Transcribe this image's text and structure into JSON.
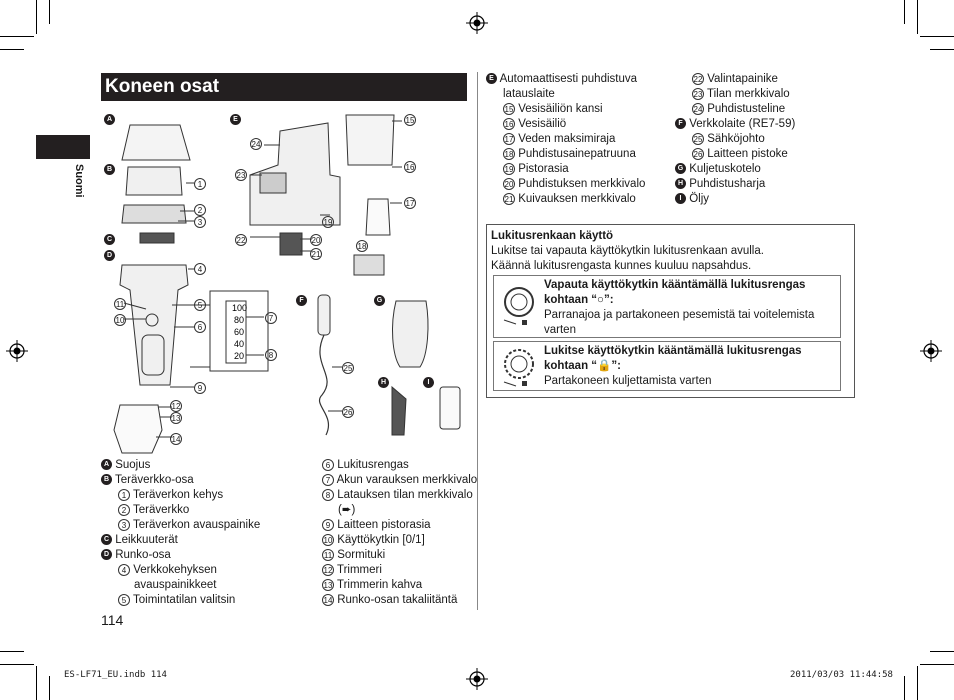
{
  "header": {
    "title": "Koneen osat"
  },
  "side_tab": {
    "label": "Suomi"
  },
  "figure": {
    "section_letters": [
      "A",
      "B",
      "C",
      "D",
      "E",
      "F",
      "G",
      "H",
      "I"
    ],
    "callouts": [
      "1",
      "2",
      "3",
      "4",
      "5",
      "6",
      "7",
      "8",
      "9",
      "10",
      "11",
      "12",
      "13",
      "14",
      "15",
      "16",
      "17",
      "18",
      "19",
      "20",
      "21",
      "22",
      "23",
      "24",
      "25",
      "26"
    ],
    "indicator_levels": [
      "100",
      "80",
      "60",
      "40",
      "20"
    ]
  },
  "parts_left": [
    {
      "marker": "A",
      "text": "Suojus"
    },
    {
      "marker": "B",
      "text": "Teräverkko-osa"
    },
    {
      "num": "1",
      "text": "Teräverkon kehys"
    },
    {
      "num": "2",
      "text": "Teräverkko"
    },
    {
      "num": "3",
      "text": "Teräverkon avauspainike"
    },
    {
      "marker": "C",
      "text": "Leikkuuterät"
    },
    {
      "marker": "D",
      "text": "Runko-osa"
    },
    {
      "num": "4",
      "text": "Verkkokehyksen"
    },
    {
      "cont": true,
      "text": "avauspainikkeet"
    },
    {
      "num": "5",
      "text": "Toimintatilan valitsin"
    }
  ],
  "parts_mid": [
    {
      "num": "6",
      "text": "Lukitusrengas"
    },
    {
      "num": "7",
      "text": "Akun varauksen merkkivalo"
    },
    {
      "num": "8",
      "text": "Latauksen tilan merkkivalo"
    },
    {
      "cont": true,
      "text": "(➨)"
    },
    {
      "num": "9",
      "text": "Laitteen pistorasia"
    },
    {
      "num": "10",
      "text": "Käyttökytkin [0/1]"
    },
    {
      "num": "11",
      "text": "Sormituki"
    },
    {
      "num": "12",
      "text": "Trimmeri"
    },
    {
      "num": "13",
      "text": "Trimmerin kahva"
    },
    {
      "num": "14",
      "text": "Runko-osan takaliitäntä"
    }
  ],
  "parts_right_a": [
    {
      "marker": "E",
      "text": "Automaattisesti puhdistuva"
    },
    {
      "cont": true,
      "text": "latauslaite"
    },
    {
      "num": "15",
      "text": "Vesisäiliön kansi"
    },
    {
      "num": "16",
      "text": "Vesisäiliö"
    },
    {
      "num": "17",
      "text": "Veden maksimiraja"
    },
    {
      "num": "18",
      "text": "Puhdistusainepatruuna"
    },
    {
      "num": "19",
      "text": "Pistorasia"
    },
    {
      "num": "20",
      "text": "Puhdistuksen merkkivalo"
    },
    {
      "num": "21",
      "text": "Kuivauksen merkkivalo"
    }
  ],
  "parts_right_b": [
    {
      "num": "22",
      "text": "Valintapainike"
    },
    {
      "num": "23",
      "text": "Tilan merkkivalo"
    },
    {
      "num": "24",
      "text": "Puhdistusteline"
    },
    {
      "marker": "F",
      "text": "Verkkolaite (RE7-59)"
    },
    {
      "num": "25",
      "text": "Sähköjohto"
    },
    {
      "num": "26",
      "text": "Laitteen pistoke"
    },
    {
      "marker": "G",
      "text": "Kuljetuskotelo"
    },
    {
      "marker": "H",
      "text": "Puhdistusharja"
    },
    {
      "marker": "I",
      "text": "Öljy"
    }
  ],
  "lock_box": {
    "heading": "Lukitusrenkaan käyttö",
    "line1": "Lukitse tai vapauta käyttökytkin lukitusrenkaan avulla.",
    "line2": "Käännä lukitusrengasta kunnes kuuluu napsahdus.",
    "unlock_title_a": "Vapauta käyttökytkin kääntämällä lukitusrengas",
    "unlock_title_b": "kohtaan “○”:",
    "unlock_body_a": "Parranajoa ja partakoneen pesemistä tai voitelemista",
    "unlock_body_b": "varten",
    "lock_title_a": "Lukitse käyttökytkin kääntämällä lukitusrengas",
    "lock_title_b": "kohtaan “🔒”:",
    "lock_body": "Partakoneen kuljettamista varten"
  },
  "page_number": "114",
  "footer": {
    "file": "ES-LF71_EU.indb   114",
    "datetime": "2011/03/03   11:44:58"
  }
}
